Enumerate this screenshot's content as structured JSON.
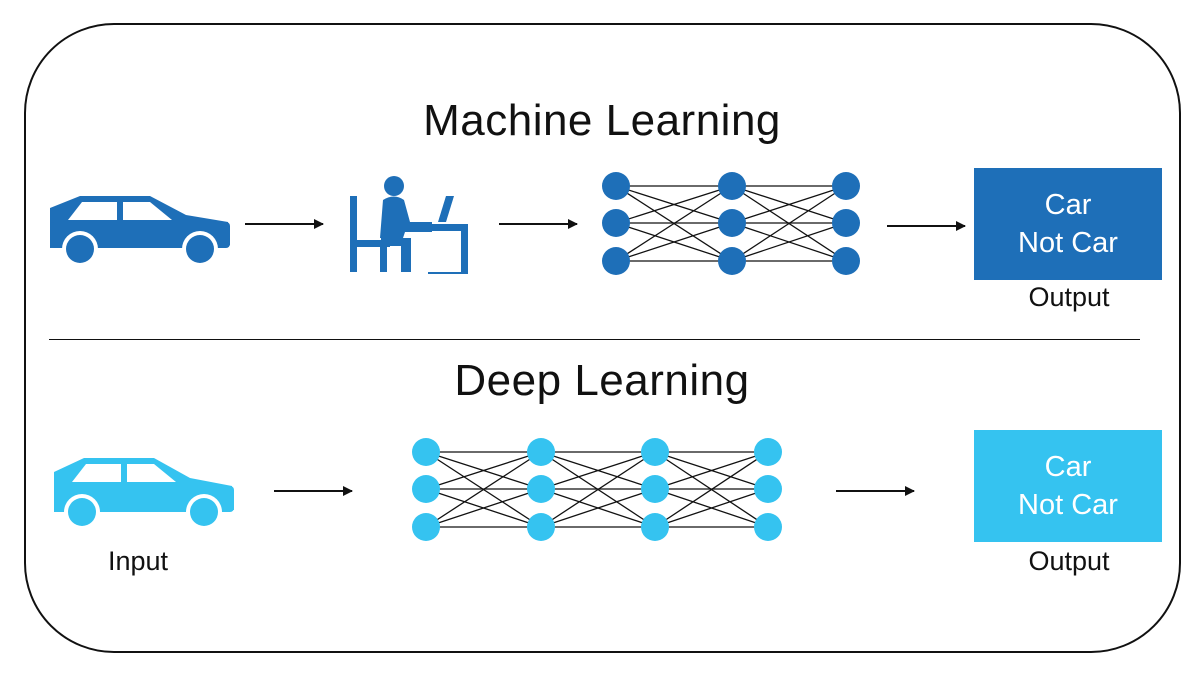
{
  "colors": {
    "ml_blue": "#1e6fb8",
    "dl_blue": "#35c3f0",
    "stroke": "#111111"
  },
  "machine_learning": {
    "title": "Machine Learning",
    "input_icon": "car-icon",
    "human_icon": "person-at-computer-icon",
    "output": {
      "line1": "Car",
      "line2": "Not Car",
      "caption": "Output"
    }
  },
  "deep_learning": {
    "title": "Deep Learning",
    "input_icon": "car-icon",
    "input_caption": "Input",
    "output": {
      "line1": "Car",
      "line2": "Not Car",
      "caption": "Output"
    }
  }
}
